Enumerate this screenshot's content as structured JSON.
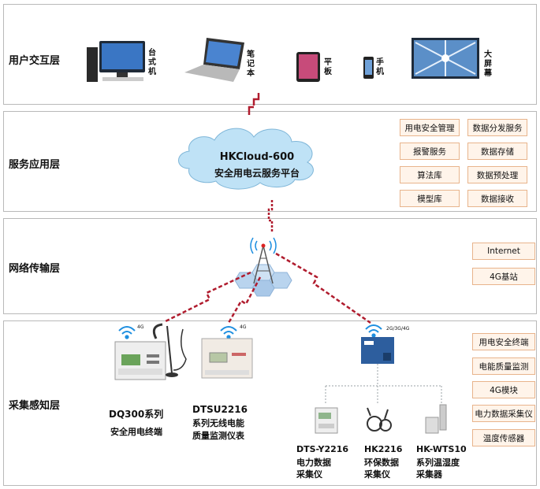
{
  "layers": {
    "user": {
      "title": "用户交互层"
    },
    "service": {
      "title": "服务应用层"
    },
    "network": {
      "title": "网络传输层"
    },
    "sensing": {
      "title": "采集感知层"
    }
  },
  "user_devices": {
    "desktop": "台式机",
    "laptop": "笔记本",
    "tablet": "平板",
    "phone": "手机",
    "screen": "大屏幕"
  },
  "cloud": {
    "name": "HKCloud-600",
    "subtitle": "安全用电云服务平台"
  },
  "services": [
    "用电安全管理",
    "数据分发服务",
    "报警服务",
    "数据存储",
    "算法库",
    "数据预处理",
    "模型库",
    "数据接收"
  ],
  "network_items": [
    "Internet",
    "4G基站"
  ],
  "sensing_items": [
    "用电安全终端",
    "电能质量监测",
    "4G模块",
    "电力数据采集仪",
    "温度传感器"
  ],
  "devices": {
    "dq300": {
      "name": "DQ300系列",
      "desc": "安全用电终端",
      "signal": "4G"
    },
    "dtsu": {
      "name": "DTSU2216",
      "desc1": "系列无线电能",
      "desc2": "质量监测仪表",
      "signal": "4G"
    },
    "gateway": {
      "signal": "2G/3G/4G"
    },
    "dts": {
      "name": "DTS-Y2216",
      "desc1": "电力数据",
      "desc2": "采集仪"
    },
    "hk2216": {
      "name": "HK2216",
      "desc1": "环保数据",
      "desc2": "采集仪"
    },
    "wts": {
      "name": "HK-WTS10",
      "desc1": "系列温湿度",
      "desc2": "采集器"
    }
  },
  "colors": {
    "link_line": "#b01c2e",
    "tag_border": "#e8b48c",
    "tag_fill": "#fff4ea",
    "cloud_fill": "#bfe2f6",
    "wifi": "#1e8fe0"
  }
}
